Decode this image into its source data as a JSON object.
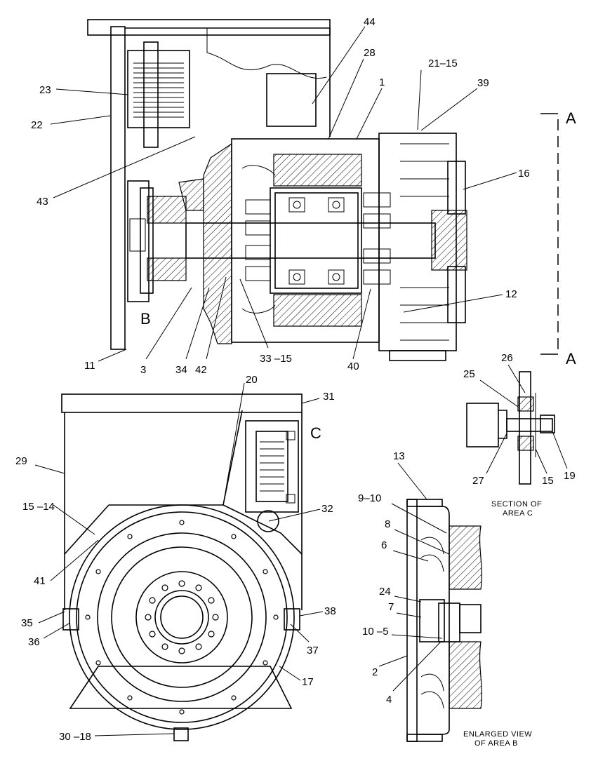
{
  "callouts": {
    "c1": "1",
    "c2": "2",
    "c3": "3",
    "c4": "4",
    "c6": "6",
    "c7": "7",
    "c8": "8",
    "c9_10": "9–10",
    "c10_5": "10 –5",
    "c11": "11",
    "c12": "12",
    "c13": "13",
    "c15": "15",
    "c15_14": "15 –14",
    "c16": "16",
    "c17": "17",
    "c19": "19",
    "c20": "20",
    "c21_15": "21–15",
    "c22": "22",
    "c23": "23",
    "c24": "24",
    "c25": "25",
    "c26": "26",
    "c27": "27",
    "c28": "28",
    "c29": "29",
    "c30_18": "30 –18",
    "c31": "31",
    "c32": "32",
    "c33_15": "33 –15",
    "c34": "34",
    "c35": "35",
    "c36": "36",
    "c37": "37",
    "c38": "38",
    "c39": "39",
    "c40": "40",
    "c41": "41",
    "c42": "42",
    "c43": "43",
    "c44": "44"
  },
  "section_marks": {
    "top": "A",
    "bottom": "A"
  },
  "area_letters": {
    "b": "B",
    "c": "C"
  },
  "captions": {
    "section_c_line1": "SECTION OF",
    "section_c_line2": "AREA C",
    "enlarged_b_line1": "ENLARGED VIEW",
    "enlarged_b_line2": "OF AREA B"
  }
}
